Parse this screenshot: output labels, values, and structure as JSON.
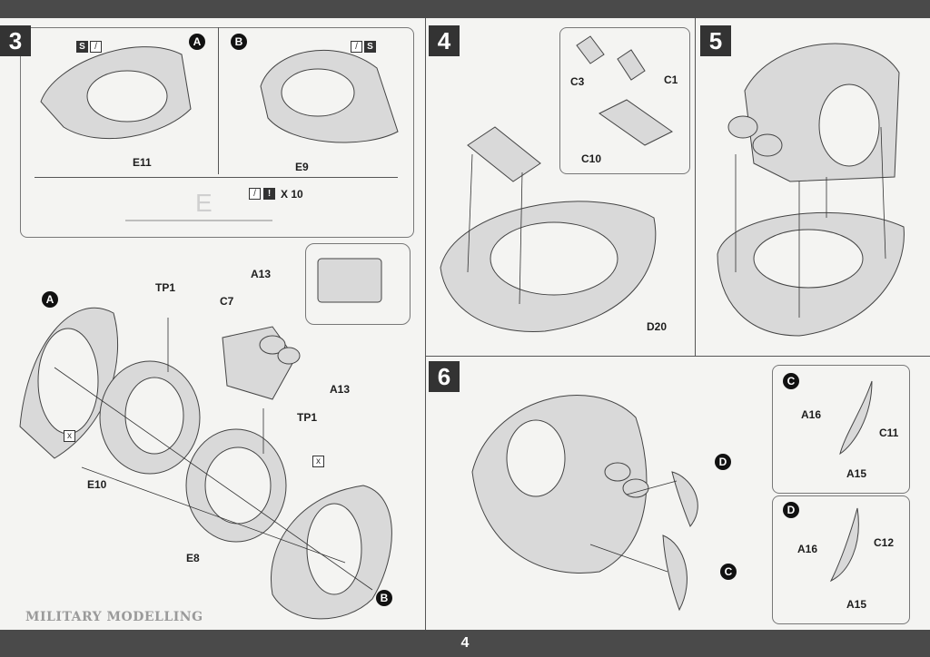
{
  "page": {
    "number": "4"
  },
  "steps": {
    "s3": {
      "num": "3",
      "callout_a": "A",
      "callout_b": "B",
      "label_e11": "E11",
      "label_e9": "E9",
      "sprue_count": "X 10",
      "sprue_letter": "E",
      "label_e10": "E10",
      "label_e8": "E8",
      "label_tp1_top": "TP1",
      "label_tp1_mid": "TP1",
      "label_c7": "C7",
      "label_a13_top": "A13",
      "label_a13_mid": "A13",
      "sub_a": "A",
      "sub_b": "B"
    },
    "s4": {
      "num": "4",
      "label_c3": "C3",
      "label_c1": "C1",
      "label_c10": "C10",
      "label_d20": "D20"
    },
    "s5": {
      "num": "5"
    },
    "s6": {
      "num": "6",
      "callout_d": "D",
      "callout_c": "C",
      "c_title": "C",
      "c_a16": "A16",
      "c_c11": "C11",
      "c_a15": "A15",
      "d_title": "D",
      "d_a16": "A16",
      "d_c12": "C12",
      "d_a15": "A15"
    }
  },
  "icons": {
    "glue": "glue-icon",
    "cement": "cement-icon",
    "warning": "warning-icon",
    "remove": "remove-part-icon",
    "attention": "attention-icon"
  },
  "watermark": "MILITARY MODELLING",
  "colors": {
    "bar": "#4a4a4a",
    "part_fill": "#d9d9d9",
    "line": "#333333"
  }
}
